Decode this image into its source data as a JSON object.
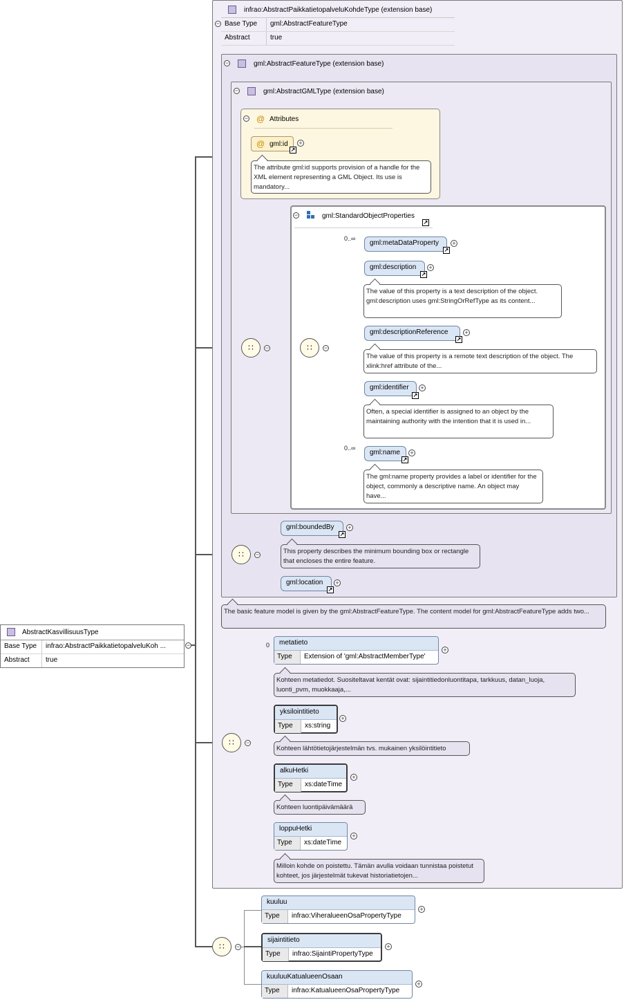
{
  "root": {
    "name": "AbstractKasvillisuusType",
    "base_type_label": "Base Type",
    "base_type_value": "infrao:AbstractPaikkatietopalveluKoh ...",
    "abstract_label": "Abstract",
    "abstract_value": "true"
  },
  "ext_top": {
    "title": "infrao:AbstractPaikkatietopalveluKohdeType (extension base)",
    "base_type_label": "Base Type",
    "base_type_value": "gml:AbstractFeatureType",
    "abstract_label": "Abstract",
    "abstract_value": "true"
  },
  "ext_feature": {
    "title": "gml:AbstractFeatureType (extension base)"
  },
  "ext_gml": {
    "title": "gml:AbstractGMLType (extension base)"
  },
  "attributes": {
    "title": "Attributes",
    "at_symbol": "@",
    "id_name": "gml:id",
    "id_note": "The attribute gml:id supports provision of a handle for the XML element representing a GML Object. Its use is mandatory..."
  },
  "standard_props": {
    "title": "gml:StandardObjectProperties",
    "items": [
      {
        "name": "gml:metaDataProperty",
        "occurs": "0..∞",
        "note": ""
      },
      {
        "name": "gml:description",
        "occurs": "",
        "note": "The value of this property is a text description of the object. gml:description uses gml:StringOrRefType as its content..."
      },
      {
        "name": "gml:descriptionReference",
        "occurs": "",
        "note": "The value of this property is a remote text description of the object. The xlink:href attribute of the..."
      },
      {
        "name": "gml:identifier",
        "occurs": "",
        "note": "Often, a special identifier is assigned to an object by the maintaining authority with the intention that it is used in..."
      },
      {
        "name": "gml:name",
        "occurs": "0..∞",
        "note": "The gml:name property provides a label or identifier for the object, commonly a descriptive name. An object may have..."
      }
    ]
  },
  "feature_seq": {
    "bounded_by": "gml:boundedBy",
    "bounded_by_note": "This property describes the minimum bounding box or rectangle that encloses the entire feature.",
    "location": "gml:location"
  },
  "feature_note": "The basic feature model is given by the gml:AbstractFeatureType. The content model for gml:AbstractFeatureType adds two...",
  "paikka_seq": {
    "type_label": "Type",
    "items": [
      {
        "name": "metatieto",
        "occurs": "0",
        "type": "Extension of 'gml:AbstractMemberType'",
        "note": "Kohteen metatiedot. Suositeltavat kentät ovat: sijaintitiedonluontitapa, tarkkuus, datan_luoja, luonti_pvm, muokkaaja,..."
      },
      {
        "name": "yksilointitieto",
        "occurs": "",
        "type": "xs:string",
        "note": "Kohteen lähtötietojärjestelmän tvs. mukainen yksilöintitieto"
      },
      {
        "name": "alkuHetki",
        "occurs": "",
        "type": "xs:dateTime",
        "note": "Kohteen luontipäivämäärä"
      },
      {
        "name": "loppuHetki",
        "occurs": "",
        "type": "xs:dateTime",
        "note": "Milloin kohde on poistettu. Tämän avulla voidaan tunnistaa poistetut kohteet, jos järjestelmät tukevat historiatietojen..."
      }
    ]
  },
  "own_seq": {
    "type_label": "Type",
    "items": [
      {
        "name": "kuuluu",
        "type": "infrao:ViheralueenOsaPropertyType"
      },
      {
        "name": "sijaintitieto",
        "type": "infrao:SijaintiPropertyType"
      },
      {
        "name": "kuuluuKatualueenOsaan",
        "type": "infrao:KatualueenOsaPropertyType"
      }
    ]
  },
  "symbols": {
    "minus": "−",
    "plus": "+",
    "ref_arrow": "↗",
    "seq_glyph": "∷"
  }
}
